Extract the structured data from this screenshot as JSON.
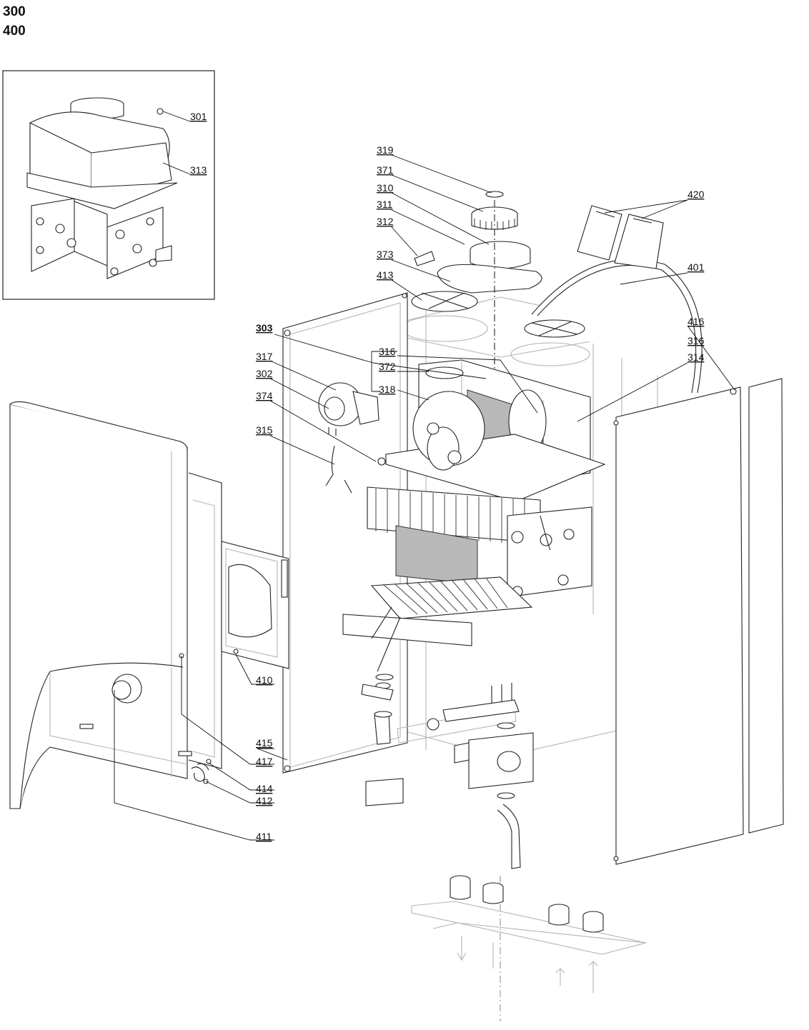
{
  "header": {
    "models": [
      "300",
      "400"
    ]
  },
  "inset": {
    "callouts": [
      "301",
      "313"
    ]
  },
  "callouts": [
    {
      "id": "c319",
      "text": "319"
    },
    {
      "id": "c371",
      "text": "371"
    },
    {
      "id": "c310",
      "text": "310"
    },
    {
      "id": "c311",
      "text": "311"
    },
    {
      "id": "c312",
      "text": "312"
    },
    {
      "id": "c373",
      "text": "373"
    },
    {
      "id": "c413",
      "text": "413"
    },
    {
      "id": "c303",
      "text": "303"
    },
    {
      "id": "c317",
      "text": "317"
    },
    {
      "id": "c302",
      "text": "302"
    },
    {
      "id": "c374",
      "text": "374"
    },
    {
      "id": "c315",
      "text": "315"
    },
    {
      "id": "c316a",
      "text": "316"
    },
    {
      "id": "c372",
      "text": "372"
    },
    {
      "id": "c318",
      "text": "318"
    },
    {
      "id": "c420",
      "text": "420"
    },
    {
      "id": "c401",
      "text": "401"
    },
    {
      "id": "c416",
      "text": "416"
    },
    {
      "id": "c316b",
      "text": "316"
    },
    {
      "id": "c314",
      "text": "314"
    },
    {
      "id": "c410",
      "text": "410"
    },
    {
      "id": "c415",
      "text": "415"
    },
    {
      "id": "c417",
      "text": "417"
    },
    {
      "id": "c414",
      "text": "414"
    },
    {
      "id": "c412",
      "text": "412"
    },
    {
      "id": "c411",
      "text": "411"
    }
  ]
}
